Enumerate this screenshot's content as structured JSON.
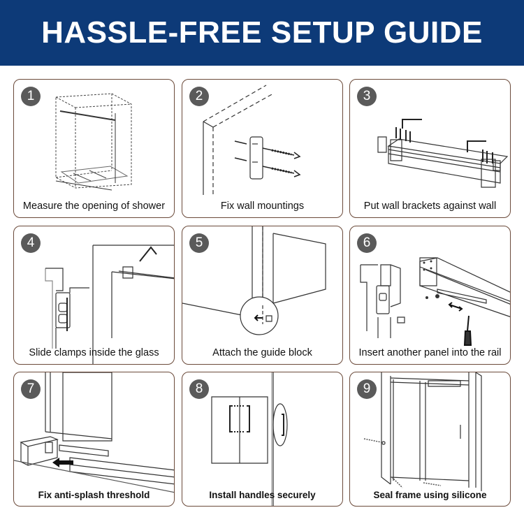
{
  "header": {
    "title": "HASSLE-FREE SETUP GUIDE"
  },
  "colors": {
    "header_bg": "#0d3a78",
    "card_border": "#6b4a3a",
    "badge_bg": "#5a5a5a"
  },
  "steps": [
    {
      "number": "1",
      "caption": "Measure the opening of shower"
    },
    {
      "number": "2",
      "caption": "Fix wall mountings"
    },
    {
      "number": "3",
      "caption": "Put wall brackets against wall"
    },
    {
      "number": "4",
      "caption": "Slide clamps inside the glass"
    },
    {
      "number": "5",
      "caption": "Attach the guide block"
    },
    {
      "number": "6",
      "caption": "Insert another panel into the rail"
    },
    {
      "number": "7",
      "caption": "Fix anti-splash threshold"
    },
    {
      "number": "8",
      "caption": "Install handles securely"
    },
    {
      "number": "9",
      "caption": "Seal frame using silicone"
    }
  ]
}
